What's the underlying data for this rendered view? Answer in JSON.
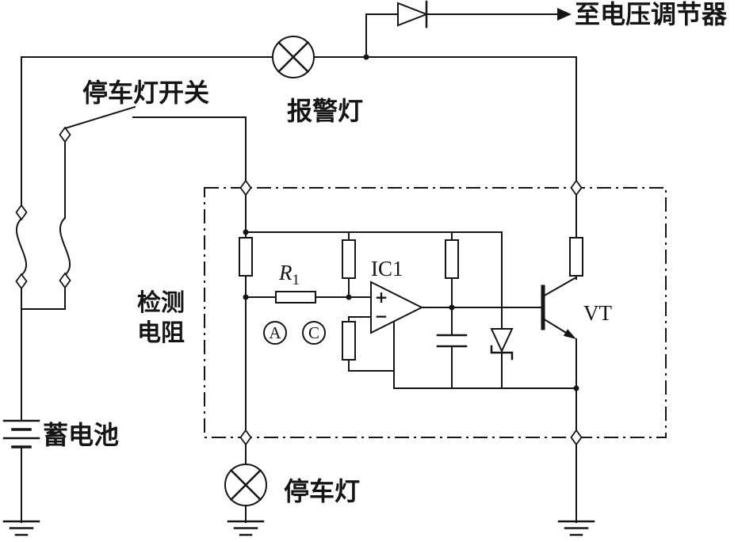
{
  "diagram": {
    "labels": {
      "to_regulator": "至电压调节器",
      "warning_lamp": "报警灯",
      "parking_switch": "停车灯开关",
      "detect_l1": "检测",
      "detect_l2": "电阻",
      "battery": "蓄电池",
      "parking_lamp": "停车灯",
      "r1_base": "R",
      "r1_sub": "1",
      "ic1": "IC1",
      "vt": "VT",
      "point_a": "A",
      "point_c": "C",
      "plus": "+",
      "minus": "−"
    },
    "colors": {
      "line": "#151515",
      "background": "#ffffff"
    }
  }
}
